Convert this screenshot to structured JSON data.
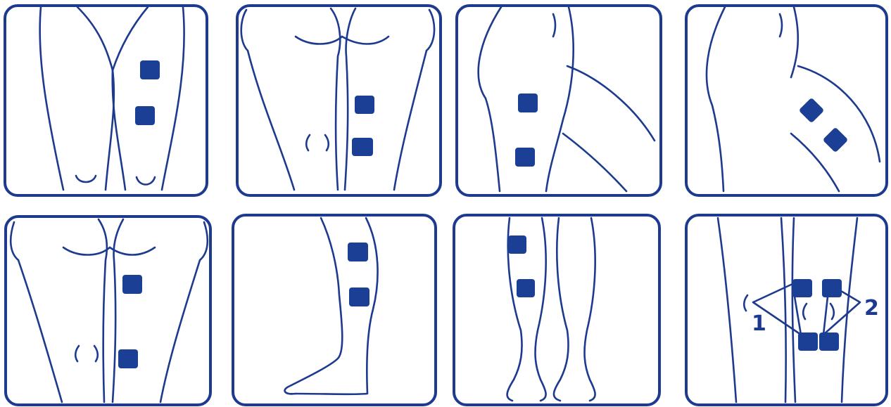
{
  "colors": {
    "line": "#1d3a8f",
    "pad": "#1c3f96",
    "background": "#ffffff"
  },
  "panels": [
    {
      "id": "panel-1",
      "view": "thighs-back",
      "pads": 2
    },
    {
      "id": "panel-2",
      "view": "thighs-front",
      "pads": 2
    },
    {
      "id": "panel-3",
      "view": "thigh-side",
      "pads": 2
    },
    {
      "id": "panel-4",
      "view": "buttock-side",
      "pads": 2
    },
    {
      "id": "panel-5",
      "view": "legs-front",
      "pads": 2
    },
    {
      "id": "panel-6",
      "view": "calf-side",
      "pads": 2
    },
    {
      "id": "panel-7",
      "view": "lower-legs",
      "pads": 2
    },
    {
      "id": "panel-8",
      "view": "knee",
      "pads": 4
    }
  ],
  "labels": {
    "one": "1",
    "two": "2"
  }
}
